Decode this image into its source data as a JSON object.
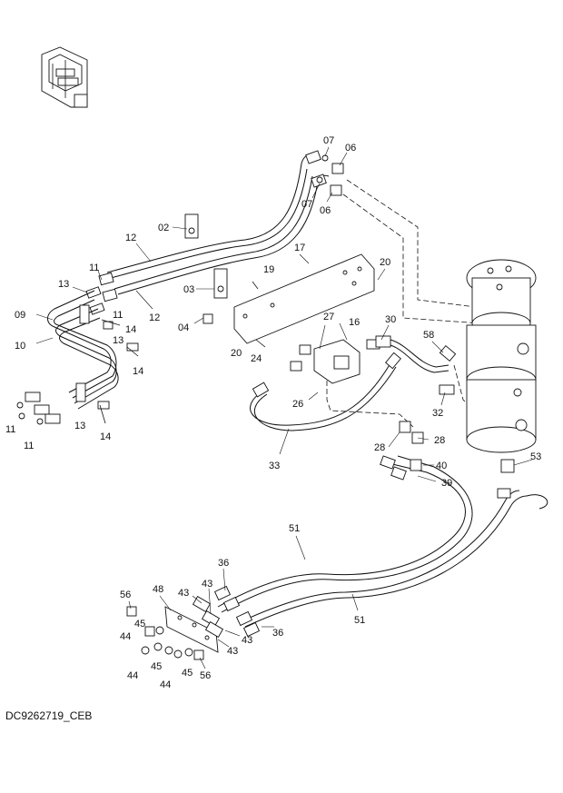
{
  "drawing_code": "DC9262719_CEB",
  "callouts": {
    "c07a": "07",
    "c06a": "06",
    "c07b": "07",
    "c06b": "06",
    "c02": "02",
    "c12a": "12",
    "c12b": "12",
    "c11a": "11",
    "c11b": "11",
    "c13a": "13",
    "c13b": "13",
    "c13c": "13",
    "c09": "09",
    "c10": "10",
    "c14a": "14",
    "c14b": "14",
    "c14c": "14",
    "c11c": "11",
    "c11d": "11",
    "c03": "03",
    "c04": "04",
    "c19": "19",
    "c17": "17",
    "c20a": "20",
    "c20b": "20",
    "c27": "27",
    "c16": "16",
    "c30": "30",
    "c24": "24",
    "c26": "26",
    "c58": "58",
    "c32": "32",
    "c28a": "28",
    "c28b": "28",
    "c33": "33",
    "c40": "40",
    "c39": "39",
    "c53": "53",
    "c51a": "51",
    "c51b": "51",
    "c36a": "36",
    "c36b": "36",
    "c48": "48",
    "c43a": "43",
    "c43b": "43",
    "c43c": "43",
    "c43d": "43",
    "c56a": "56",
    "c56b": "56",
    "c45a": "45",
    "c45b": "45",
    "c45c": "45",
    "c44a": "44",
    "c44b": "44",
    "c44c": "44"
  }
}
